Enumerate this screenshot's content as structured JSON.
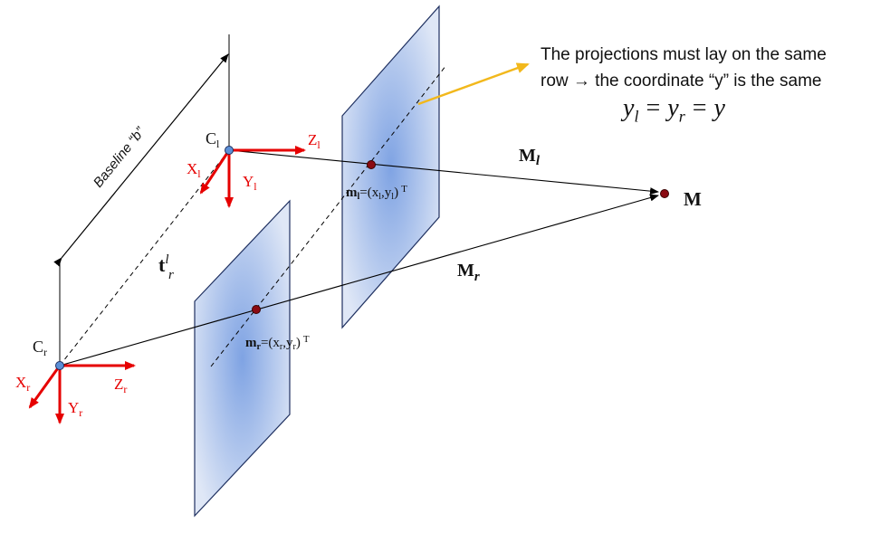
{
  "colors": {
    "axis": "#e60000",
    "arrow_yellow": "#f2b81c",
    "plane_edge": "#1f3060",
    "plane_center": "#7fa3e3",
    "plane_outer": "#dfe7f6",
    "camera_point": "#5b8fd6",
    "projection_point": "#8b0a12"
  },
  "annotation": {
    "line1": "The projections must lay on the same",
    "line2": "row → the coordinate “y” is the same"
  },
  "equation": {
    "yl_base": "y",
    "yl_sub": "l",
    "eq1": "=",
    "yr_base": "y",
    "yr_sub": "r",
    "eq2": "=",
    "y": "y"
  },
  "baseline": {
    "label": "Baseline “b”"
  },
  "translation": {
    "base": "t",
    "sup": "l",
    "sub": "r"
  },
  "left_camera": {
    "center": {
      "base": "C",
      "sub": "l"
    },
    "axis_x": {
      "base": "X",
      "sub": "l"
    },
    "axis_y": {
      "base": "Y",
      "sub": "l"
    },
    "axis_z": {
      "base": "Z",
      "sub": "l"
    }
  },
  "right_camera": {
    "center": {
      "base": "C",
      "sub": "r"
    },
    "axis_x": {
      "base": "X",
      "sub": "r"
    },
    "axis_y": {
      "base": "Y",
      "sub": "r"
    },
    "axis_z": {
      "base": "Z",
      "sub": "r"
    }
  },
  "projection_left": {
    "m": "m",
    "m_sub": "l",
    "open": "=(x",
    "x_sub": "l",
    "comma": ",y",
    "y_sub": "l",
    "close": ")",
    "sup": "T"
  },
  "projection_right": {
    "m": "m",
    "m_sub": "r",
    "open": "=(x",
    "x_sub": "r",
    "comma": ",y",
    "y_sub": "r",
    "close": ")",
    "sup": "T"
  },
  "ray_left": {
    "base": "M",
    "sub": "l"
  },
  "ray_right": {
    "base": "M",
    "sub": "r"
  },
  "point": {
    "label": "M"
  }
}
